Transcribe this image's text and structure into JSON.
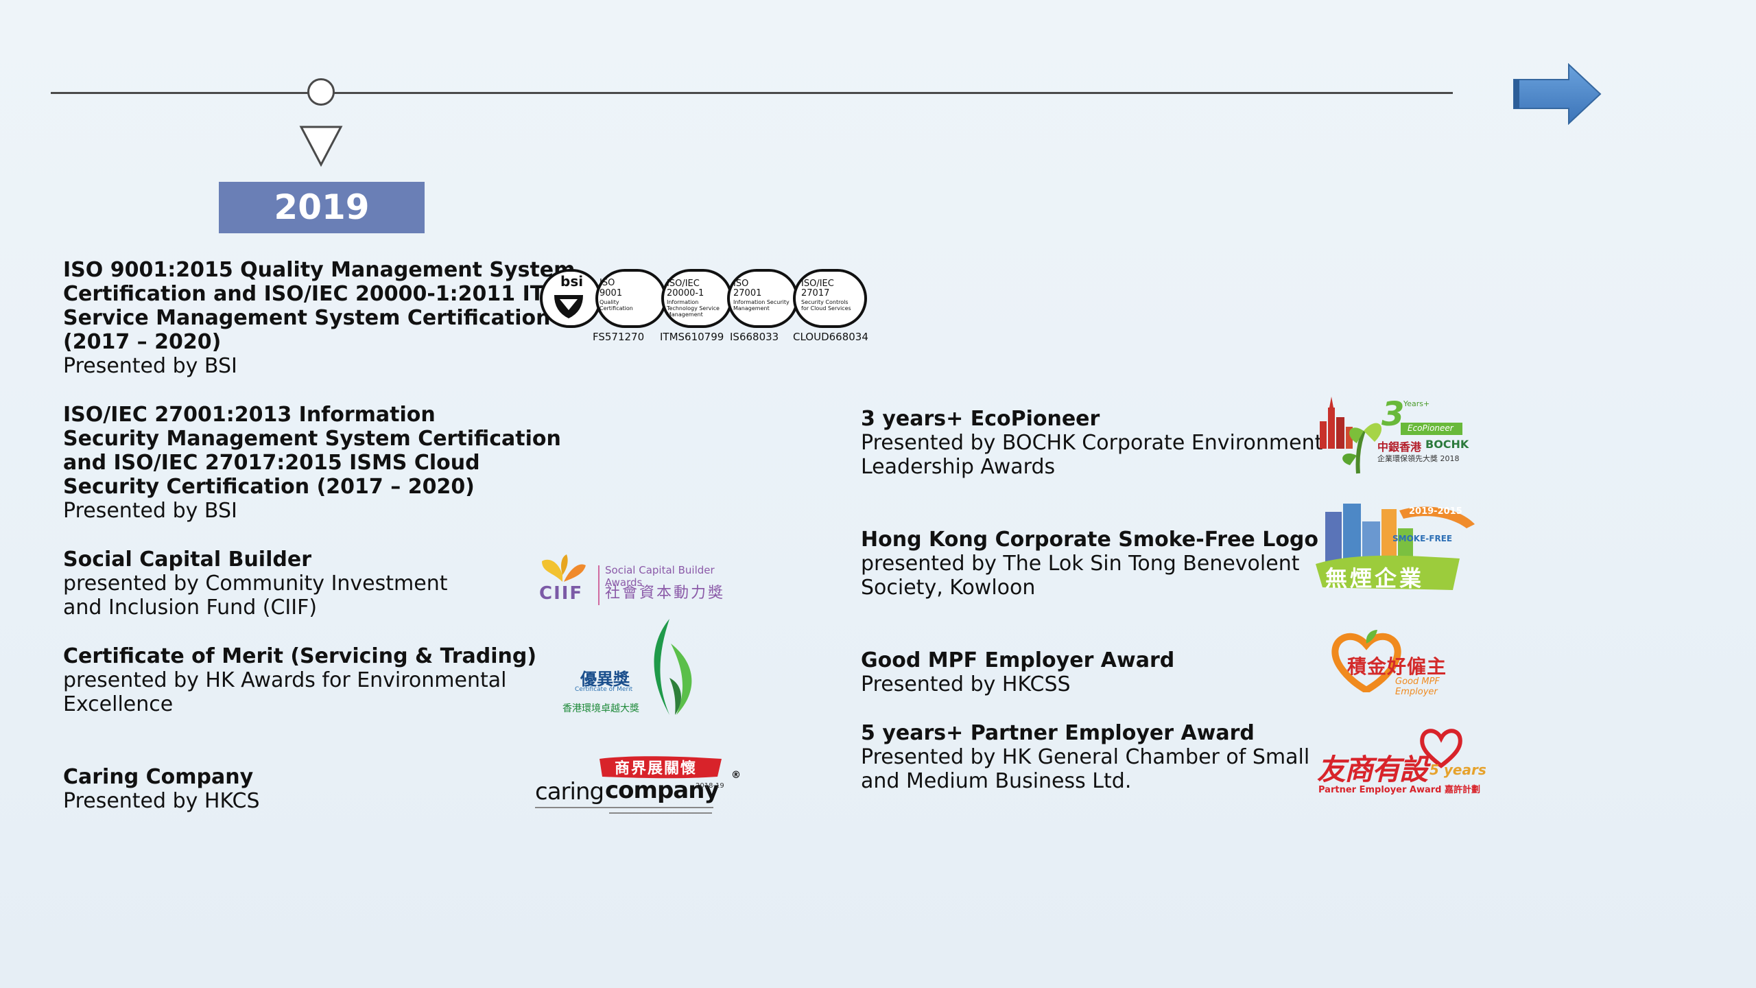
{
  "year": "2019",
  "awards_left": [
    {
      "title": "ISO 9001:2015 Quality Management System\nCertification and ISO/IEC 20000-1:2011 IT\nService Management System Certification\n(2017 – 2020)",
      "presenter": "Presented by BSI"
    },
    {
      "title": "ISO/IEC 27001:2013 Information\nSecurity Management System Certification\nand ISO/IEC 27017:2015 ISMS Cloud\nSecurity Certification (2017 – 2020)",
      "presenter": "Presented by BSI"
    },
    {
      "title": "Social Capital Builder",
      "presenter": "presented by Community Investment\nand Inclusion Fund (CIIF)"
    },
    {
      "title": "Certificate of Merit (Servicing & Trading)",
      "presenter": "presented by HK Awards for Environmental\nExcellence"
    },
    {
      "title": "Caring Company",
      "presenter": "Presented by HKCS"
    }
  ],
  "awards_right": [
    {
      "title": "3 years+ EcoPioneer",
      "presenter": "Presented by BOCHK Corporate Environment\nLeadership Awards"
    },
    {
      "title": "Hong Kong Corporate Smoke-Free Logo",
      "presenter": "presented by The Lok Sin Tong Benevolent\nSociety, Kowloon"
    },
    {
      "title": "Good MPF Employer Award",
      "presenter": "Presented by HKCSS"
    },
    {
      "title": "5 years+ Partner Employer Award",
      "presenter": "Presented by HK General Chamber of Small\nand Medium Business Ltd."
    }
  ],
  "bsi_logo": {
    "brand": "bsi",
    "certs": [
      {
        "std": "ISO",
        "num": "9001",
        "desc": "Quality Certification",
        "code": "FS571270"
      },
      {
        "std": "ISO/IEC",
        "num": "20000-1",
        "desc": "Information Technology Service Management",
        "code": "ITMS610799"
      },
      {
        "std": "ISO",
        "num": "27001",
        "desc": "Information Security Management",
        "code": "IS668033"
      },
      {
        "std": "ISO/IEC",
        "num": "27017",
        "desc": "Security Controls for Cloud Services",
        "code": "CLOUD668034"
      }
    ]
  },
  "ciif_logo": {
    "mark": "CIIF",
    "en": "Social Capital Builder Awards",
    "zh": "社會資本動力獎"
  },
  "eco_merit_logo": {
    "zh_top": "優異獎",
    "en": "Certificate of Merit",
    "zh_bottom": "香港環境卓越大獎"
  },
  "caring_logo": {
    "zh": "商界展關懷",
    "en_light": "caring",
    "en_bold": "company",
    "year": "2018-19"
  },
  "ecopioneer_logo": {
    "years": "3",
    "years_label": "Years+",
    "en": "EcoPioneer",
    "zh": "中銀香港",
    "brand": "BOCHK",
    "zh_sub": "企業環保領先大獎 2018"
  },
  "smokefree_logo": {
    "years": "2019-2015",
    "en": "SMOKE-FREE",
    "zh": "無煙企業"
  },
  "mpf_logo": {
    "zh": "積金好僱主",
    "en": "Good MPF Employer"
  },
  "partner_logo": {
    "zh": "友商有設",
    "years": "5 years",
    "en": "Partner Employer Award 嘉許計劃"
  },
  "colors": {
    "badge": "#6a7fb6",
    "arrow": "#4a84c6",
    "line": "#4a4a4a"
  },
  "icons": {
    "next": "arrow-right-icon",
    "node": "circle-node-icon",
    "pointer": "triangle-down-icon"
  }
}
